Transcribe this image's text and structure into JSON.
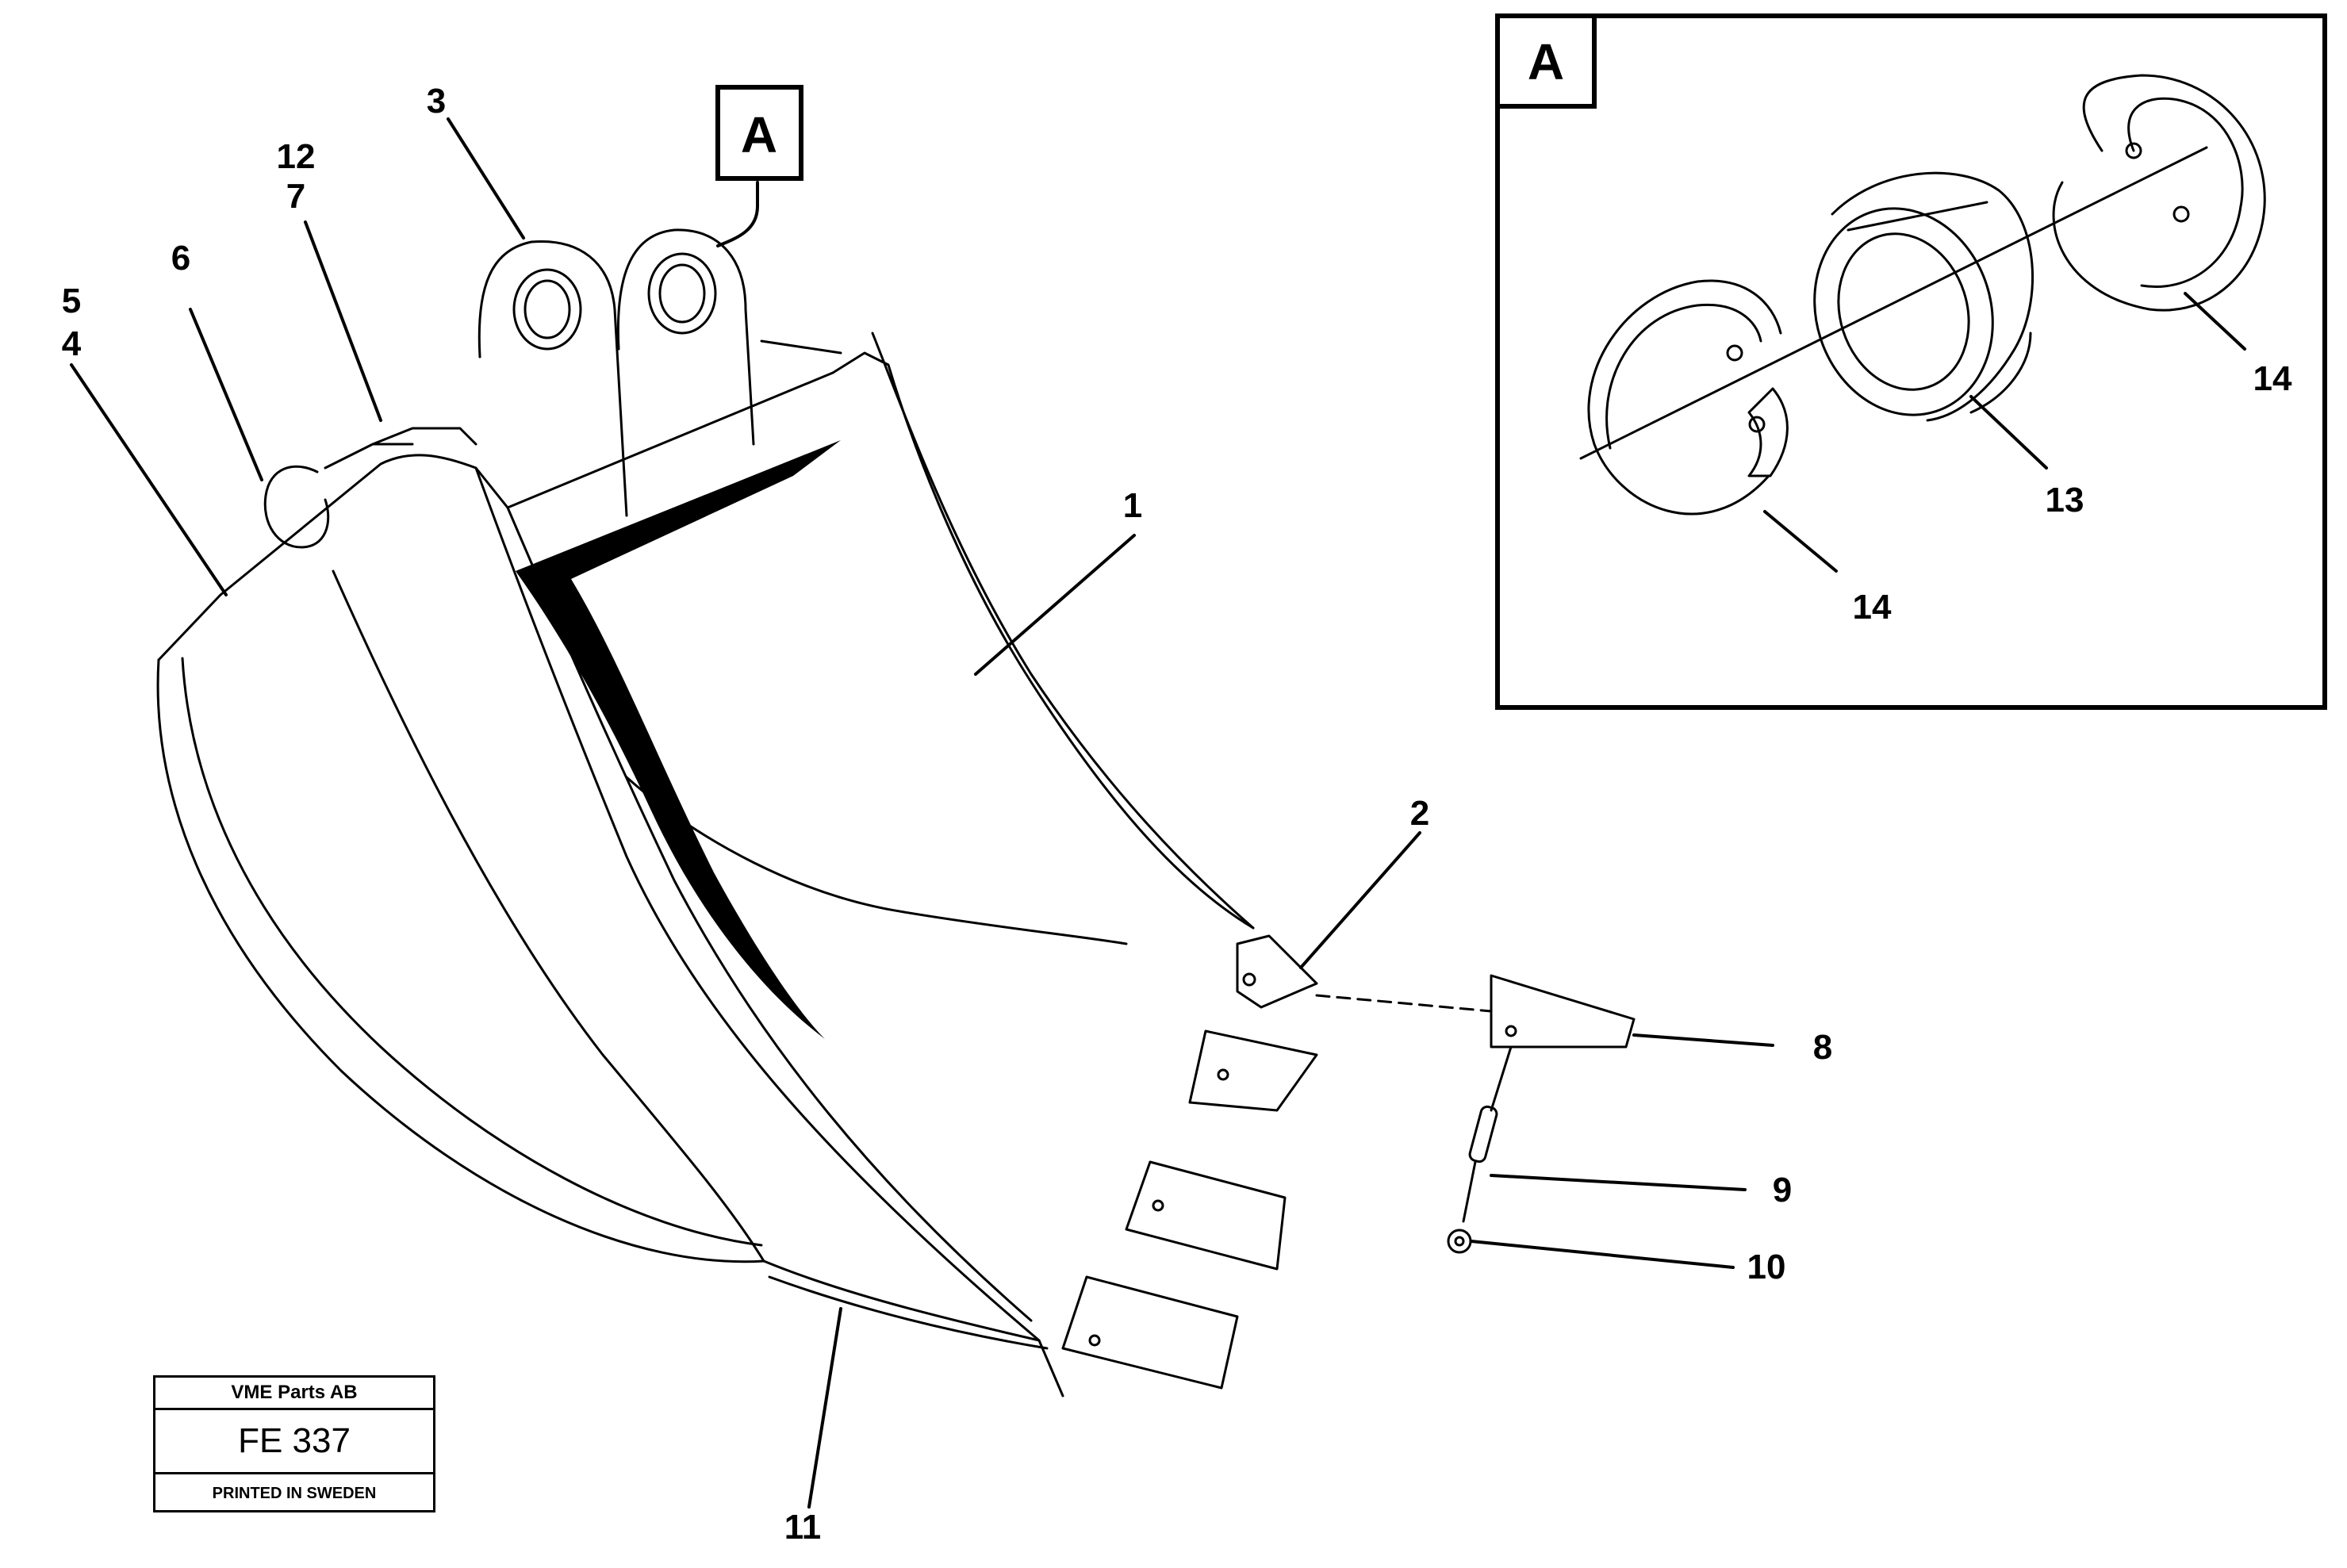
{
  "detail_view": {
    "tag": "A"
  },
  "main_view": {
    "detail_reference_tag": "A"
  },
  "callouts": {
    "c1": "1",
    "c2": "2",
    "c3": "3",
    "c4": "4",
    "c5": "5",
    "c6": "6",
    "c7": "7",
    "c8": "8",
    "c9": "9",
    "c10": "10",
    "c11": "11",
    "c12": "12",
    "c13": "13",
    "c14a": "14",
    "c14b": "14"
  },
  "title_block": {
    "company": "VME Parts AB",
    "code": "FE 337",
    "printed": "PRINTED IN SWEDEN"
  }
}
